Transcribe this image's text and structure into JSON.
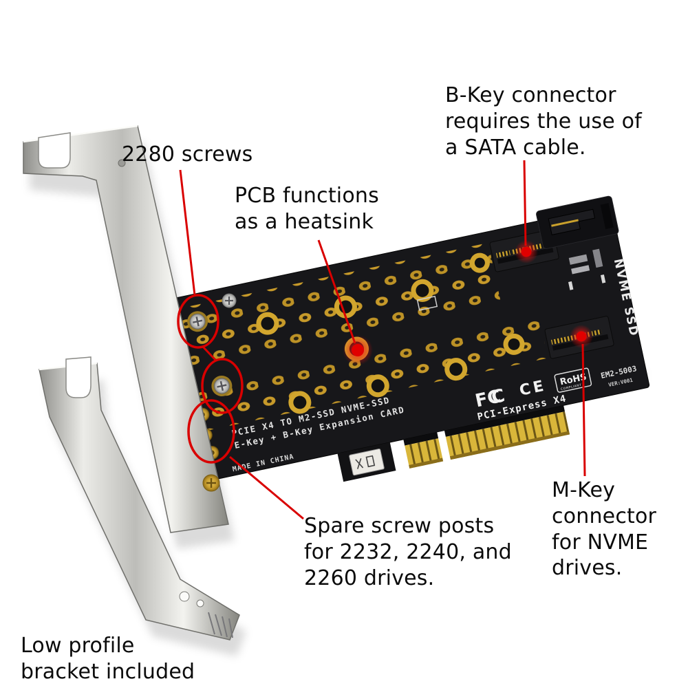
{
  "annotations": {
    "screws_2280": "2280 screws",
    "pcb_heatsink": "PCB functions\nas a heatsink",
    "b_key": "B-Key connector\nrequires the use of\na SATA cable.",
    "m_key": "M-Key\nconnector\nfor NVME\ndrives.",
    "spare_posts": "Spare screw posts\nfor 2232, 2240, and\n2260 drives.",
    "low_profile": "Low profile\nbracket included"
  },
  "pcb_text": {
    "title_line1": "PCIE X4 TO M2-SSD NVME-SSD",
    "title_line2": "E-Key + B-Key Expansion CARD",
    "made_in": "MADE IN CHINA",
    "slot_label": "PCI-Express X4",
    "side_label": "NVME SSD",
    "model": "EM2-5003",
    "version": "VER:V001",
    "fcc": "FC",
    "fcc_c": "C",
    "ce": "CE",
    "rohs": "RoHS",
    "rohs_sub": "COMPLIANT"
  },
  "colors": {
    "annotation_red": "#d90000",
    "pcb_black": "#17171a",
    "pad_gold": "#c79a2a",
    "finger_gold": "#d9b63a",
    "bracket_silver": "#c9c9c5",
    "background": "#ffffff"
  }
}
